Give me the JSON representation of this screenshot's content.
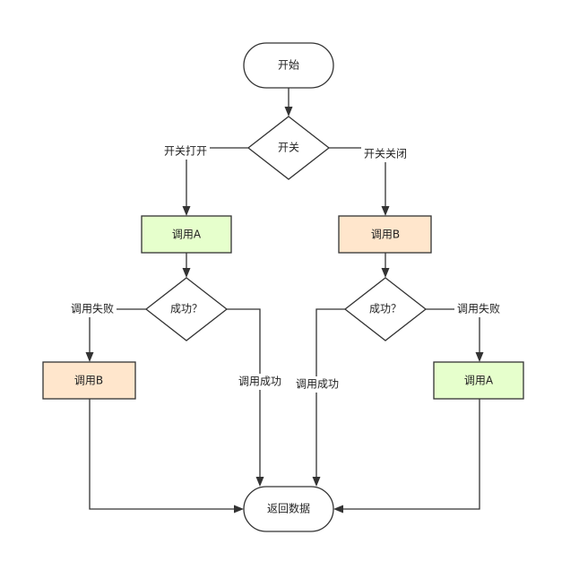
{
  "colors": {
    "default_fill": "#ffffff",
    "green_fill": "#e6ffcc",
    "orange_fill": "#ffe6cc",
    "stroke": "#333333"
  },
  "nodes": {
    "start": "开始",
    "switch": "开关",
    "call_a_left": "调用A",
    "call_b_right": "调用B",
    "success_left": "成功？",
    "success_right": "成功？",
    "call_b_fallback": "调用B",
    "call_a_fallback": "调用A",
    "return": "返回数据"
  },
  "edges": {
    "switch_on": "开关打开",
    "switch_off": "开关关闭",
    "fail_left": "调用失败",
    "fail_right": "调用失败",
    "ok_left": "调用成功",
    "ok_right": "调用成功"
  }
}
